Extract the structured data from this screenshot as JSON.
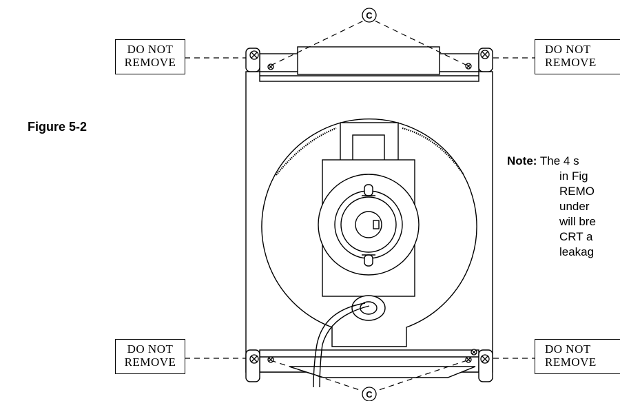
{
  "figure_label": "Figure 5-2",
  "boxes": [
    {
      "line1": "DO NOT",
      "line2": "REMOVE"
    },
    {
      "line1": "DO NOT",
      "line2": "REMOVE"
    },
    {
      "line1": "DO NOT",
      "line2": "REMOVE"
    },
    {
      "line1": "DO NOT",
      "line2": "REMOVE"
    }
  ],
  "callout_letter": "C",
  "note": {
    "label": "Note:",
    "lines": [
      "The 4 s",
      "in Fig",
      "REMO",
      "under",
      "will bre",
      "CRT a",
      "leakag"
    ]
  }
}
